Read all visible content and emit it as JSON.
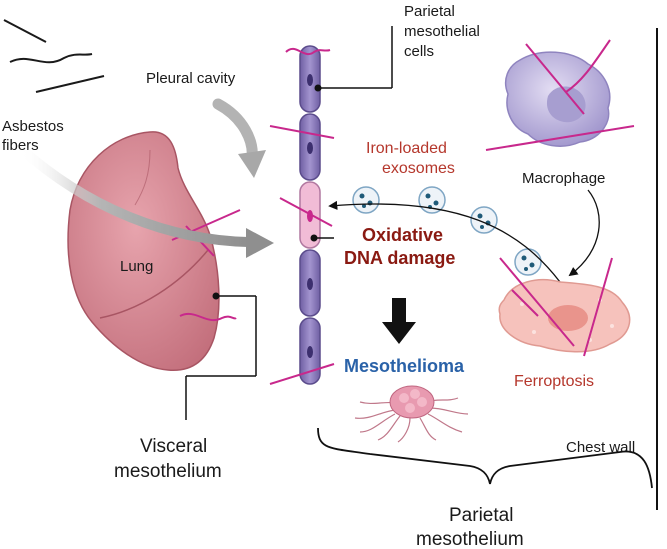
{
  "labels": {
    "parietal_cells": [
      "Parietal",
      "mesothelial",
      "cells"
    ],
    "pleural_cavity": "Pleural cavity",
    "asbestos": [
      "Asbestos",
      "fibers"
    ],
    "iron_exosomes": [
      "Iron-loaded",
      "exosomes"
    ],
    "macrophage": "Macrophage",
    "lung": "Lung",
    "oxidative": [
      "Oxidative",
      "DNA damage"
    ],
    "mesothelioma": "Mesothelioma",
    "ferroptosis": "Ferroptosis",
    "chest_wall": "Chest wall",
    "visceral": [
      "Visceral",
      "mesothelium"
    ],
    "parietal_meso": [
      "Parietal",
      "mesothelium"
    ]
  },
  "colors": {
    "membrane_cell": "#8b7bb8",
    "highlight_cell": "#f1bcd6",
    "lung": "#d98a96",
    "fiber": "#c8288c",
    "macrophage": "#b9b0dc",
    "ferroptosis_cell": "#f6c2bc",
    "text_red": "#b5372c",
    "text_darkred": "#8a1a12",
    "text_blue": "#2a62a8"
  }
}
